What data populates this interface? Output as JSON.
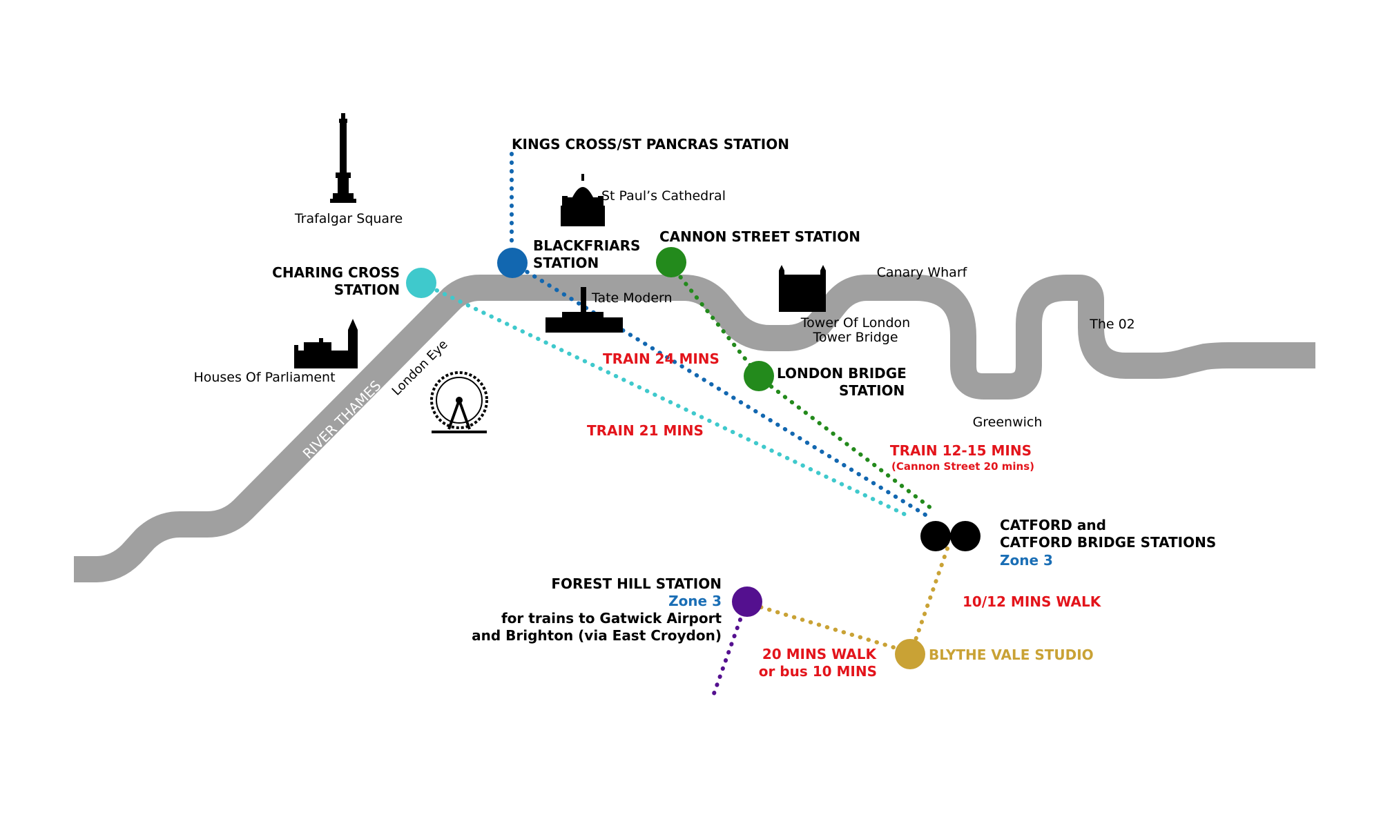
{
  "colors": {
    "river": "#a0a0a0",
    "charing_cross": "#3fc9cc",
    "blackfriars": "#1267b0",
    "cannon_london_bridge": "#238a1c",
    "catford": "#000000",
    "forest_hill": "#54108f",
    "studio": "#c9a235",
    "time_text": "#e3141b",
    "zone_text": "#1a6eb5",
    "landmark": "#000000"
  },
  "river": {
    "name": "RIVER THAMES"
  },
  "stations": {
    "kings_cross": {
      "name": "KINGS CROSS/ST PANCRAS STATION"
    },
    "charing_cross": {
      "name_line1": "CHARING CROSS",
      "name_line2": "STATION"
    },
    "blackfriars": {
      "name_line1": "BLACKFRIARS",
      "name_line2": "STATION"
    },
    "cannon_street": {
      "name": "CANNON STREET STATION"
    },
    "london_bridge": {
      "name_line1": "LONDON BRIDGE",
      "name_line2": "STATION"
    },
    "catford": {
      "name_line1": "CATFORD and",
      "name_line2": "CATFORD BRIDGE STATIONS",
      "zone": "Zone 3"
    },
    "forest_hill": {
      "name": "FOREST HILL STATION",
      "zone": "Zone 3",
      "note_line1": "for trains to Gatwick Airport",
      "note_line2": "and Brighton (via East Croydon)"
    },
    "studio": {
      "name": "BLYTHE VALE STUDIO"
    }
  },
  "times": {
    "blackfriars": "TRAIN 24 MINS",
    "charing_cross": "TRAIN 21 MINS",
    "london_bridge": "TRAIN 12-15 MINS",
    "london_bridge_note": "(Cannon Street 20 mins)",
    "catford_walk": "10/12 MINS WALK",
    "forest_hill_walk": "20 MINS WALK",
    "forest_hill_bus": "or bus 10 MINS"
  },
  "landmarks": {
    "trafalgar": "Trafalgar Square",
    "st_pauls": "St Paul’s Cathedral",
    "parliament": "Houses Of Parliament",
    "london_eye": "London Eye",
    "tate": "Tate Modern",
    "tower_line1": "Tower Of London",
    "tower_line2": "Tower Bridge",
    "canary_wharf": "Canary Wharf",
    "greenwich": "Greenwich",
    "o2": "The 02"
  }
}
